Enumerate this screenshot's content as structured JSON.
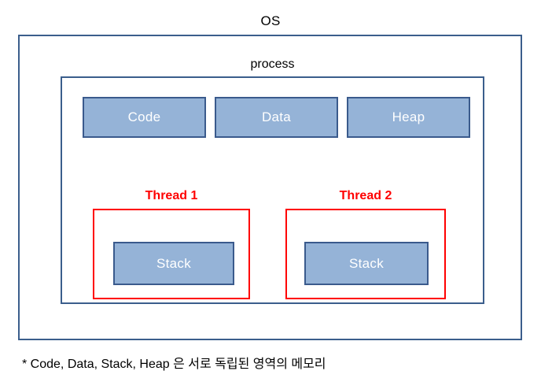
{
  "diagram": {
    "title": "OS",
    "outer": {
      "label": "OS",
      "border_color": "#3B5E8C"
    },
    "process": {
      "label": "process",
      "border_color": "#3B5E8C"
    },
    "segments": [
      {
        "label": "Code",
        "fill": "#95B3D7",
        "border": "#3A5A8C",
        "text_color": "#FFFFFF"
      },
      {
        "label": "Data",
        "fill": "#95B3D7",
        "border": "#3A5A8C",
        "text_color": "#FFFFFF"
      },
      {
        "label": "Heap",
        "fill": "#95B3D7",
        "border": "#3A5A8C",
        "text_color": "#FFFFFF"
      }
    ],
    "threads": [
      {
        "label": "Thread 1",
        "label_color": "#FF0000",
        "border": "#FF0000",
        "stack_label": "Stack"
      },
      {
        "label": "Thread 2",
        "label_color": "#FF0000",
        "border": "#FF0000",
        "stack_label": "Stack"
      }
    ],
    "footnote": "* Code, Data, Stack, Heap 은 서로 독립된 영역의 메모리"
  }
}
